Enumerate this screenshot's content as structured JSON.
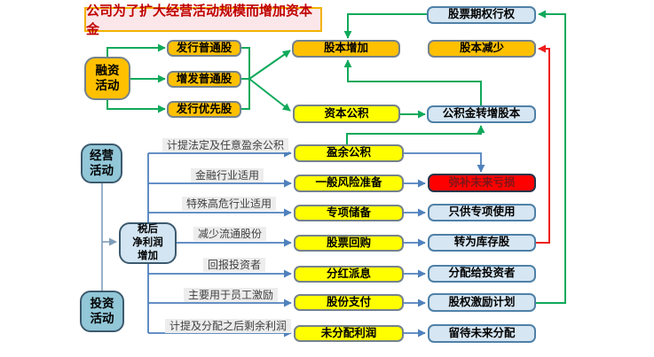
{
  "title": "公司为了扩大经营活动规模而增加资本金",
  "colors": {
    "node_orange": "#FFC000",
    "node_yellow": "#FFFF00",
    "node_light_blue": "#D6E6F2",
    "node_teal": "#92C7D8",
    "node_red": "#FF0000",
    "arrow_green": "#10A95B",
    "arrow_blue": "#4F81BD",
    "arrow_red": "#EE1C1C",
    "title_text": "#C00000"
  },
  "nodes": {
    "financing": "融资\n活动",
    "operating": "经营\n活动",
    "investing": "投资\n活动",
    "net_profit": "税后\n净利润\n增加",
    "issue_common": "发行普通股",
    "issue_additional": "增发普通股",
    "issue_preferred": "发行优先股",
    "capital_increase": "股本增加",
    "capital_decrease": "股本减少",
    "option_exercise": "股票期权行权",
    "capital_reserve": "资本公积",
    "reserve_to_capital": "公积金转增股本",
    "surplus_reserve": "盈余公积",
    "general_risk": "一般风险准备",
    "cover_losses": "弥补未来亏损",
    "special_reserve": "专项储备",
    "special_use_only": "只供专项使用",
    "share_buyback": "股票回购",
    "treasury_stock": "转为库存股",
    "dividend": "分红派息",
    "distribute_investors": "分配给投资者",
    "share_payment": "股份支付",
    "equity_incentive": "股权激励计划",
    "undistributed_profit": "未分配利润",
    "future_distribution": "留待未来分配"
  },
  "labels": {
    "accrue_surplus": "计提法定及任意盈余公积",
    "financial_industry": "金融行业适用",
    "high_risk_industry": "特殊高危行业适用",
    "reduce_shares": "减少流通股份",
    "reward_investors": "回报投资者",
    "employee_incentive": "主要用于员工激励",
    "remaining_profit": "计提及分配之后剩余利润"
  }
}
